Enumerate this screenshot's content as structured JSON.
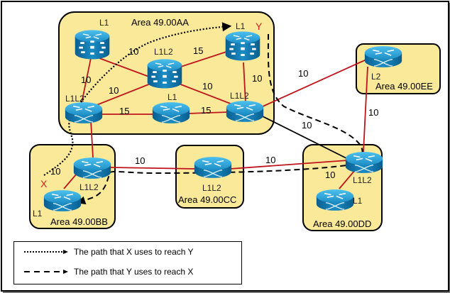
{
  "diagram": {
    "areas": [
      {
        "id": "AA",
        "label": "Area 49.00AA"
      },
      {
        "id": "BB",
        "label": "Area 49.00BB"
      },
      {
        "id": "CC",
        "label": "Area 49.00CC"
      },
      {
        "id": "DD",
        "label": "Area 49.00DD"
      },
      {
        "id": "EE",
        "label": "Area 49.00EE"
      }
    ],
    "routers": [
      {
        "id": "aa_top_left",
        "area": "AA",
        "label": "L1",
        "type": "multilayer-switch"
      },
      {
        "id": "aa_mid",
        "area": "AA",
        "label": "L1L2",
        "type": "multilayer-switch"
      },
      {
        "id": "aa_y",
        "area": "AA",
        "label": "L1",
        "type": "multilayer-switch",
        "marker": "Y"
      },
      {
        "id": "aa_left",
        "area": "AA",
        "label": "L1L2",
        "type": "router"
      },
      {
        "id": "aa_bottom_mid",
        "area": "AA",
        "label": "L1",
        "type": "router"
      },
      {
        "id": "aa_right",
        "area": "AA",
        "label": "L1L2",
        "type": "router"
      },
      {
        "id": "bb_l1l2",
        "area": "BB",
        "label": "L1L2",
        "type": "router"
      },
      {
        "id": "bb_x",
        "area": "BB",
        "label": "L1",
        "type": "router",
        "marker": "X"
      },
      {
        "id": "cc_l1l2",
        "area": "CC",
        "label": "L1L2",
        "type": "router"
      },
      {
        "id": "dd_l1l2",
        "area": "DD",
        "label": "L1L2",
        "type": "router"
      },
      {
        "id": "dd_l1",
        "area": "DD",
        "label": "L1",
        "type": "router"
      },
      {
        "id": "ee_l2",
        "area": "EE",
        "label": "L2",
        "type": "router"
      }
    ],
    "links": [
      {
        "from": "aa_top_left",
        "to": "aa_mid",
        "cost": "10"
      },
      {
        "from": "aa_top_left",
        "to": "aa_left",
        "cost": "10"
      },
      {
        "from": "aa_left",
        "to": "aa_mid",
        "cost": "10"
      },
      {
        "from": "aa_mid",
        "to": "aa_y",
        "cost": "15"
      },
      {
        "from": "aa_mid",
        "to": "aa_right",
        "cost": "10"
      },
      {
        "from": "aa_y",
        "to": "aa_right",
        "cost": "10"
      },
      {
        "from": "aa_left",
        "to": "aa_bottom_mid",
        "cost": "15"
      },
      {
        "from": "aa_bottom_mid",
        "to": "aa_right",
        "cost": "15"
      },
      {
        "from": "aa_right",
        "to": "ee_l2",
        "cost": "10"
      },
      {
        "from": "aa_right",
        "to": "dd_l1l2",
        "cost": "10"
      },
      {
        "from": "ee_l2",
        "to": "dd_l1l2",
        "cost": "10"
      },
      {
        "from": "aa_left",
        "to": "bb_l1l2",
        "cost": ""
      },
      {
        "from": "bb_l1l2",
        "to": "bb_x",
        "cost": "10"
      },
      {
        "from": "bb_l1l2",
        "to": "cc_l1l2",
        "cost": "10"
      },
      {
        "from": "cc_l1l2",
        "to": "dd_l1l2",
        "cost": "10"
      },
      {
        "from": "dd_l1l2",
        "to": "dd_l1",
        "cost": "10"
      }
    ],
    "markers": {
      "x": "X",
      "y": "Y"
    },
    "colors": {
      "area_fill": "#fbe99a",
      "link": "#c0141c",
      "router_top": "#29a3d6",
      "router_side": "#0b6fa3"
    }
  },
  "legend": {
    "dotted": "The path that X uses to reach Y",
    "dashed": "The path that Y uses to reach X"
  }
}
